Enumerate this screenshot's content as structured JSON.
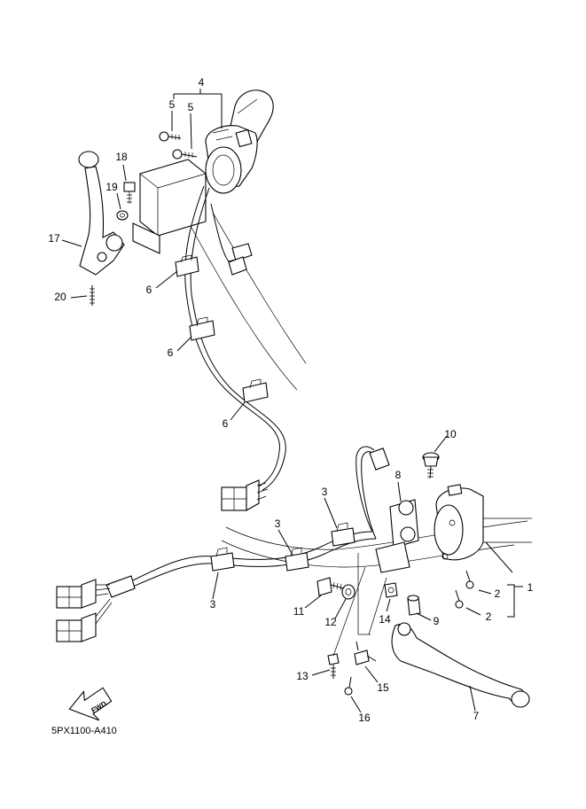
{
  "drawing_code": "5PX1100-A410",
  "fwd_label": "FWD",
  "callouts": [
    {
      "id": "1",
      "text": "1"
    },
    {
      "id": "2a",
      "text": "2"
    },
    {
      "id": "2b",
      "text": "2"
    },
    {
      "id": "3a",
      "text": "3"
    },
    {
      "id": "3b",
      "text": "3"
    },
    {
      "id": "3c",
      "text": "3"
    },
    {
      "id": "4",
      "text": "4"
    },
    {
      "id": "5a",
      "text": "5"
    },
    {
      "id": "5b",
      "text": "5"
    },
    {
      "id": "6a",
      "text": "6"
    },
    {
      "id": "6b",
      "text": "6"
    },
    {
      "id": "6c",
      "text": "6"
    },
    {
      "id": "7",
      "text": "7"
    },
    {
      "id": "8",
      "text": "8"
    },
    {
      "id": "9",
      "text": "9"
    },
    {
      "id": "10",
      "text": "10"
    },
    {
      "id": "11",
      "text": "11"
    },
    {
      "id": "12",
      "text": "12"
    },
    {
      "id": "13",
      "text": "13"
    },
    {
      "id": "14",
      "text": "14"
    },
    {
      "id": "15",
      "text": "15"
    },
    {
      "id": "16",
      "text": "16"
    },
    {
      "id": "17",
      "text": "17"
    },
    {
      "id": "18",
      "text": "18"
    },
    {
      "id": "19",
      "text": "19"
    },
    {
      "id": "20",
      "text": "20"
    }
  ]
}
